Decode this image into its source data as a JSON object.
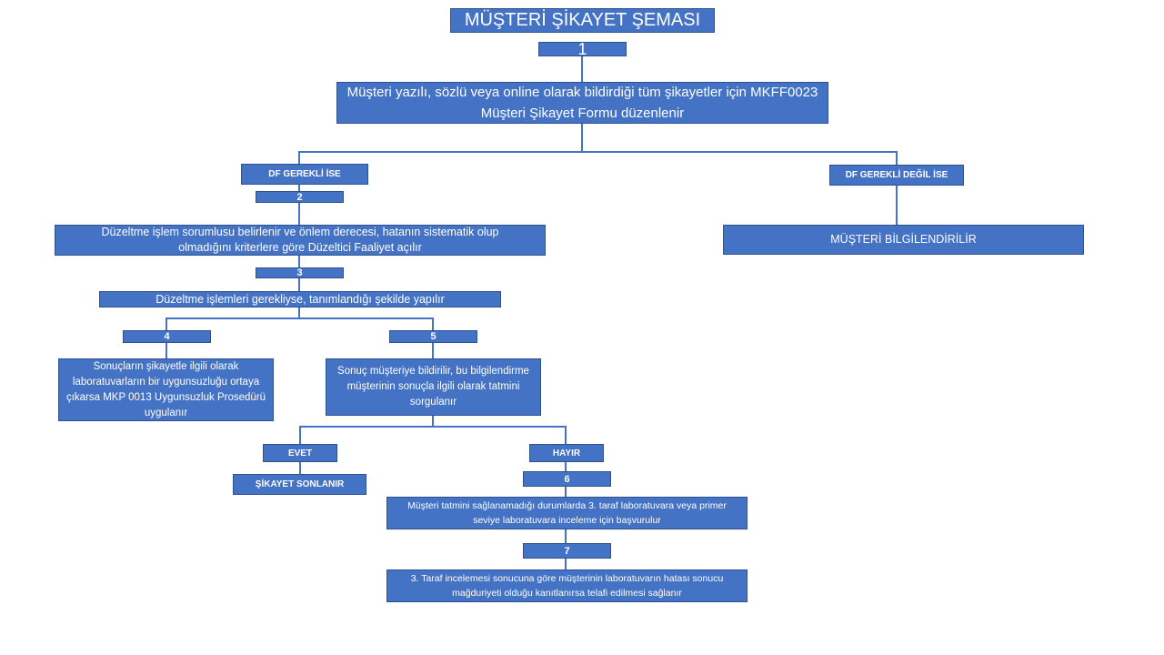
{
  "title": "MÜŞTERİ ŞİKAYET ŞEMASI",
  "steps": {
    "s1": "1",
    "s2": "2",
    "s3": "3",
    "s4": "4",
    "s5": "5",
    "s6": "6",
    "s7": "7"
  },
  "boxes": {
    "form": "Müşteri yazılı, sözlü veya online olarak bildirdiği tüm şikayetler için MKFF0023 Müşteri Şikayet Formu düzenlenir",
    "df_required": "DF GEREKLİ  İSE",
    "df_not_required": "DF GEREKLİ  DEĞİL İSE",
    "inform_customer": "MÜŞTERİ BİLGİLENDİRİLİR",
    "corrective": "Düzeltme işlem sorumlusu belirlenir ve önlem derecesi, hatanın sistematik olup olmadığını  kriterlere göre Düzeltici Faaliyet açılır",
    "corrections_done": "Düzeltme işlemleri gerekliyse, tanımlandığı şekilde yapılır",
    "nonconformity": "Sonuçların şikayetle ilgili olarak laboratuvarların bir uygunsuzluğu ortaya çıkarsa MKP 0013 Uygunsuzluk Prosedürü uygulanır",
    "notify_result": "Sonuç müşteriye bildirilir, bu bilgilendirme müşterinin sonuçla ilgili olarak tatmini sorgulanır",
    "yes": "EVET",
    "no": "HAYIR",
    "complaint_closed": "ŞİKAYET SONLANIR",
    "third_party": "Müşteri tatmini sağlanamadığı durumlarda 3. taraf laboratuvara veya primer seviye laboratuvara inceleme için başvurulur",
    "compensation": "3. Taraf incelemesi sonucuna göre müşterinin laboratuvarın hatası sonucu mağduriyeti olduğu kanıtlanırsa telafi edilmesi sağlanır"
  }
}
